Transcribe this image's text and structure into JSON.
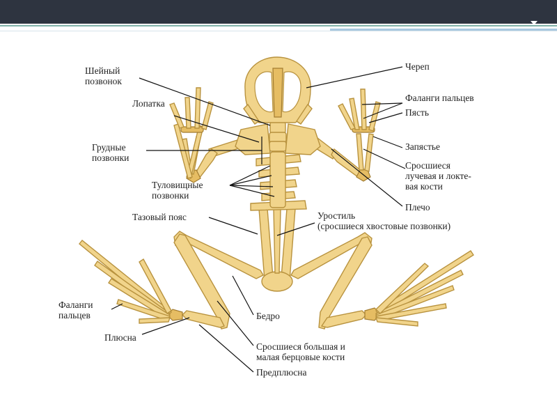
{
  "colors": {
    "header_bar": "#2e3440",
    "accent_teal": "#7fb2a8",
    "accent_blue": "#a8c8e0",
    "bone_fill": "#f1d48b",
    "bone_stroke": "#b8923e",
    "label_text": "#222222"
  },
  "labels": {
    "cervical_1": "Шейный",
    "cervical_2": "позвонок",
    "scapula": "Лопатка",
    "thoracic_1": "Грудные",
    "thoracic_2": "позвонки",
    "trunk_1": "Туловищные",
    "trunk_2": "позвонки",
    "pelvis": "Тазовый пояс",
    "skull": "Череп",
    "phalanges_front": "Фаланги пальцев",
    "metacarpus": "Пясть",
    "wrist": "Запястье",
    "radioulna_1": "Сросшиеся",
    "radioulna_2": "лучевая и локте-",
    "radioulna_3": "вая кости",
    "shoulder": "Плечо",
    "urostyle_1": "Уростиль",
    "urostyle_2": "(сросшиеся хвостовые позвонки)",
    "phalanges_hind_1": "Фаланги",
    "phalanges_hind_2": "пальцев",
    "metatarsus": "Плюсна",
    "femur": "Бедро",
    "tibiofibula_1": "Сросшиеся большая и",
    "tibiofibula_2": "малая берцовые кости",
    "tarsus": "Предплюсна"
  }
}
